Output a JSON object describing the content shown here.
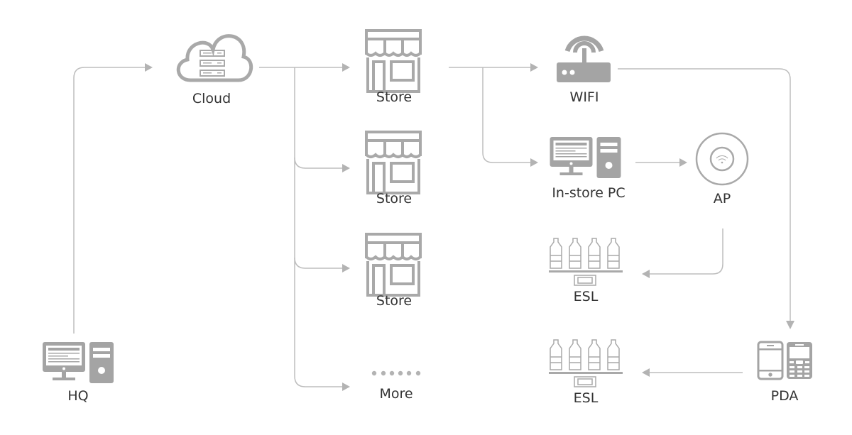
{
  "diagram": {
    "title": "",
    "colors": {
      "icon": "#a4a4a4",
      "connector": "#bdbdbd",
      "label": "#333333",
      "background": "#ffffff"
    },
    "nodes": [
      {
        "id": "hq",
        "label": "HQ",
        "icon": "desktop-computer-icon"
      },
      {
        "id": "cloud",
        "label": "Cloud",
        "icon": "cloud-server-icon"
      },
      {
        "id": "store1",
        "label": "Store",
        "icon": "storefront-icon"
      },
      {
        "id": "store2",
        "label": "Store",
        "icon": "storefront-icon"
      },
      {
        "id": "store3",
        "label": "Store",
        "icon": "storefront-icon"
      },
      {
        "id": "more",
        "label": "More",
        "icon": "ellipsis-dots-icon"
      },
      {
        "id": "wifi",
        "label": "WIFI",
        "icon": "wifi-router-icon"
      },
      {
        "id": "pc",
        "label": "In-store PC",
        "icon": "desktop-computer-icon"
      },
      {
        "id": "ap",
        "label": "AP",
        "icon": "access-point-icon"
      },
      {
        "id": "esl1",
        "label": "ESL",
        "icon": "shelf-label-icon"
      },
      {
        "id": "esl2",
        "label": "ESL",
        "icon": "shelf-label-icon"
      },
      {
        "id": "pda",
        "label": "PDA",
        "icon": "handheld-devices-icon"
      }
    ],
    "edges": [
      {
        "from": "hq",
        "to": "cloud"
      },
      {
        "from": "cloud",
        "to": "store1"
      },
      {
        "from": "cloud",
        "to": "store2"
      },
      {
        "from": "cloud",
        "to": "store3"
      },
      {
        "from": "cloud",
        "to": "more"
      },
      {
        "from": "store1",
        "to": "wifi"
      },
      {
        "from": "store1",
        "to": "pc"
      },
      {
        "from": "pc",
        "to": "ap"
      },
      {
        "from": "ap",
        "to": "esl1"
      },
      {
        "from": "wifi",
        "to": "pda"
      },
      {
        "from": "pda",
        "to": "esl2"
      }
    ]
  }
}
